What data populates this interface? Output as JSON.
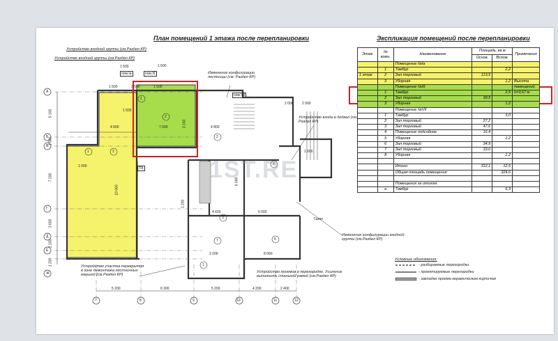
{
  "plan": {
    "title": "План помещений 1 этажа после перепланировки",
    "notes": {
      "entrance_group_top": "Устройство входной группы (см.Раздел КР)",
      "entrance_group_second": "Устройство входной группы (см.Раздел КР)",
      "change_config": "Изменение конфигурации лестницы (см. Раздел КР)",
      "entrance_basement": "Устройство входа в подвал (см. Раздел КР)",
      "change_entrance_group": "Изменение конфигурации входной группы (см.Раздел КР)",
      "ceiling_opening": "Устройство участка перекрытия в зоне демонтажа лестничных маршей (см.Раздел КР)",
      "openings_partition": "Устройство проемов в перегородке. Усиление выполнить стальной рамой (см.Раздел КР)",
      "lawn": "Газон",
      "pom_1a": "пом.Iа",
      "pom_1b": "пом.Iб",
      "pom_vii": "пом.VII",
      "pk": "ПК"
    },
    "dims_bottom": [
      "5 200",
      "6 300",
      "5 200",
      "4 200",
      "2 400"
    ],
    "dims_left": [
      "5 100",
      "1 500",
      "7 200",
      "3 600",
      "2 100",
      "1 200"
    ],
    "dims_misc": [
      "1 500",
      "1 500",
      "1 500",
      "3 500",
      "1 500",
      "1 500",
      "4 600",
      "7 000",
      "3 240",
      "2 000",
      "2 900",
      "1 000",
      "10 660",
      "1 200",
      "4 800",
      "6 000",
      "8 060",
      "3 200",
      "6 000",
      "4 600",
      "1 000"
    ],
    "axes_bottom": [
      "7",
      "8",
      "9",
      "10",
      "11",
      "12"
    ],
    "axes_left": [
      "А",
      "Б",
      "В",
      "Г",
      "Д",
      "Е",
      "Ж"
    ],
    "room_numbers": [
      "1",
      "2",
      "1",
      "2",
      "2",
      "3",
      "2",
      "7",
      "6",
      "1"
    ]
  },
  "table": {
    "title": "Экспликация помещений после перепланировки",
    "headers": {
      "floor": "Этаж",
      "num": "№ комн.",
      "name": "Наименование",
      "area": "Площадь, кв.м",
      "area_main": "Основ.",
      "area_aux": "Вспом.",
      "notes": "Примечания"
    },
    "rows": [
      {
        "floor": "",
        "num": "",
        "name": "Помещение №Iа",
        "main": "",
        "aux": "",
        "note": "",
        "style": "yel"
      },
      {
        "floor": "",
        "num": "1",
        "name": "Тамбур",
        "main": "",
        "aux": "2,2",
        "note": "",
        "style": "yel"
      },
      {
        "floor": "1 этаж",
        "num": "2",
        "name": "Зал торговый",
        "main": "113,5",
        "aux": "",
        "note": "",
        "style": "yel"
      },
      {
        "floor": "",
        "num": "3",
        "name": "Уборная",
        "main": "",
        "aux": "1,2",
        "note": "Высота",
        "style": "yel"
      },
      {
        "floor": "",
        "num": "",
        "name": "Помещение №Iб",
        "main": "",
        "aux": "",
        "note": "помещений",
        "style": "grn"
      },
      {
        "floor": "",
        "num": "1",
        "name": "Тамбур",
        "main": "",
        "aux": "2,5",
        "note": "h=3,67 м",
        "style": "grn"
      },
      {
        "floor": "",
        "num": "2",
        "name": "Зал торговый",
        "main": "39,5",
        "aux": "",
        "note": "",
        "style": "grn"
      },
      {
        "floor": "",
        "num": "3",
        "name": "Уборная",
        "main": "",
        "aux": "1,2",
        "note": "",
        "style": "grn"
      },
      {
        "floor": "",
        "num": "",
        "name": "Помещение №VII",
        "main": "",
        "aux": "",
        "note": "",
        "style": ""
      },
      {
        "floor": "",
        "num": "1",
        "name": "Тамбур",
        "main": "",
        "aux": "3,0",
        "note": "",
        "style": ""
      },
      {
        "floor": "",
        "num": "2",
        "name": "Зал торговый",
        "main": "27,2",
        "aux": "",
        "note": "",
        "style": ""
      },
      {
        "floor": "",
        "num": "3",
        "name": "Зал торговый",
        "main": "47,6",
        "aux": "",
        "note": "",
        "style": ""
      },
      {
        "floor": "",
        "num": "4",
        "name": "Помещение подсобное",
        "main": "16,4",
        "aux": "",
        "note": "",
        "style": ""
      },
      {
        "floor": "",
        "num": "5",
        "name": "Уборная",
        "main": "",
        "aux": "1,2",
        "note": "",
        "style": ""
      },
      {
        "floor": "",
        "num": "6",
        "name": "Зал торговый",
        "main": "34,9",
        "aux": "",
        "note": "",
        "style": ""
      },
      {
        "floor": "",
        "num": "7",
        "name": "Зал торговый",
        "main": "33,0",
        "aux": "",
        "note": "",
        "style": ""
      },
      {
        "floor": "",
        "num": "8",
        "name": "Уборная",
        "main": "",
        "aux": "1,2",
        "note": "",
        "style": ""
      },
      {
        "floor": "",
        "num": "",
        "name": "",
        "main": "",
        "aux": "",
        "note": "",
        "style": ""
      },
      {
        "floor": "",
        "num": "",
        "name": "Итого:",
        "main": "312,1",
        "aux": "12,5",
        "note": "",
        "style": ""
      },
      {
        "floor": "",
        "num": "",
        "name": "Общая площадь помещения:",
        "main": "",
        "aux": "324,6",
        "note": "",
        "style": ""
      },
      {
        "floor": "",
        "num": "",
        "name": "",
        "main": "",
        "aux": "",
        "note": "",
        "style": ""
      },
      {
        "floor": "",
        "num": "",
        "name": "Помещения за итогом:",
        "main": "",
        "aux": "",
        "note": "",
        "style": ""
      },
      {
        "floor": "",
        "num": "а",
        "name": "Тамбур",
        "main": "",
        "aux": "6,3",
        "note": "",
        "style": ""
      }
    ]
  },
  "legend": {
    "title": "Условные обозначения:",
    "items": [
      "- разбираемые перегородки",
      "- проектируемые перегородки",
      "- закладка проема керамическим кирпичом"
    ]
  },
  "watermark": "1ST.RE",
  "colors": {
    "yellow": "#f5f26b",
    "green": "#a7dd4a",
    "red": "#d21e23"
  }
}
